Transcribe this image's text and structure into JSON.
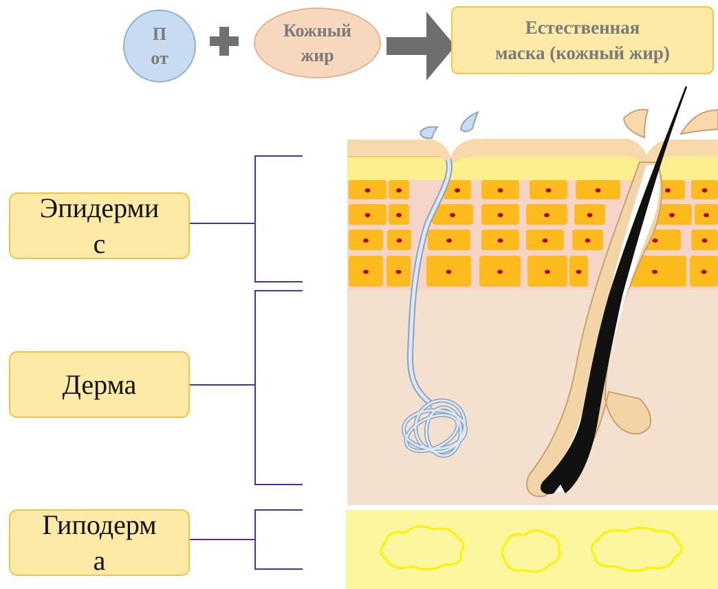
{
  "formula": {
    "sweat_label": "П\nот",
    "plus_symbol": "+",
    "sebum_label": "Кожный\nжир",
    "result_label": "Естественная\nмаска (кожный жир)"
  },
  "layers": [
    {
      "label": "Эпидерми\nс"
    },
    {
      "label": "Дерма"
    },
    {
      "label": "Гиподерм\nа"
    }
  ],
  "colors": {
    "cell": "#fdbb1e",
    "nucleus": "#b3001a",
    "dermis": "#f3e0ce",
    "hypodermis": "#fcf79e",
    "fat": "#fff200",
    "bracket": "#5b2a9a"
  }
}
